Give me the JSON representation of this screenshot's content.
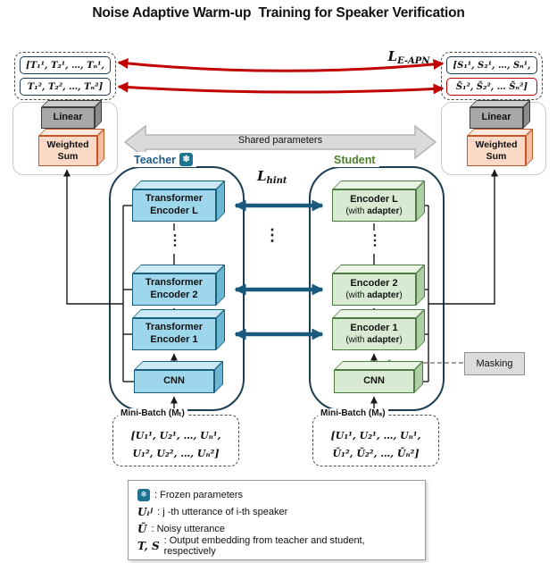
{
  "title": "Noise Adaptive Warm-up  Training for Speaker Verification",
  "losses": {
    "e_apn": {
      "symbol": "L",
      "sub": "E-APN"
    },
    "hint": {
      "symbol": "L",
      "sub": "hint"
    }
  },
  "shared_parameters": "Shared parameters",
  "masking": "Masking",
  "frozen_icon": "❄",
  "dots": "⋮",
  "modules": {
    "linear": "Linear",
    "weighted_sum": "Weighted Sum"
  },
  "teacher": {
    "label": "Teacher",
    "embeddings": [
      "[T₁¹, T₂¹, …, Tₙ¹,",
      "T₁², T₂², …, Tₙ²]"
    ],
    "encoders": [
      {
        "line1": "Transformer",
        "line2": "Encoder L"
      },
      {
        "line1": "Transformer",
        "line2": "Encoder 2"
      },
      {
        "line1": "Transformer",
        "line2": "Encoder 1"
      }
    ],
    "cnn": "CNN",
    "minibatch": {
      "label": "Mini-Batch (Mₜ)",
      "lines": [
        "[U₁¹, U₂¹, …, Uₙ¹,",
        "U₁², U₂², …, Uₙ²]"
      ]
    }
  },
  "student": {
    "label": "Student",
    "embeddings": [
      "[S₁¹, S₂¹, …, Sₙ¹,",
      "S̃₁², S̃₂², … S̃ₙ²]"
    ],
    "encoders": [
      {
        "line1": "Encoder L"
      },
      {
        "line1": "Encoder 2"
      },
      {
        "line1": "Encoder 1"
      }
    ],
    "adapter": {
      "pre": "(with ",
      "word": "adapter",
      "post": ")"
    },
    "cnn": "CNN",
    "minibatch": {
      "label": "Mini-Batch (Mₛ)",
      "lines": [
        "[U₁¹, U₂¹, …, Uₙ¹,",
        "Ũ₁², Ũ₂², …, Ũₙ²]"
      ]
    }
  },
  "legend": {
    "rows": [
      {
        "symbol": "❄",
        "desc": ": Frozen parameters"
      },
      {
        "symbol": "Uᵢʲ",
        "desc": ": j -th utterance of i-th speaker"
      },
      {
        "symbol": "Ũ",
        "desc": ": Noisy utterance"
      },
      {
        "symbol": "T, S",
        "desc": ": Output embedding from teacher and student, respectively"
      }
    ]
  },
  "colors": {
    "teacher_fill": "#9ED7EB",
    "teacher_edge": "#19607F",
    "teacher_label": "#1E5C8B",
    "student_fill": "#D8EBD2",
    "student_edge": "#4C7B41",
    "student_label": "#4E7E2E",
    "linear_fill": "#A9A9A9",
    "weighted_fill": "#FAD9C6",
    "weighted_edge": "#C2562A",
    "container_edge": "#1C3D52",
    "arrow_blue": "#19597D",
    "arrow_red": "#C00000",
    "shared_arrow": "#DADADA",
    "masking_fill": "#DCDCDC",
    "frozen_badge": "#1E7392"
  }
}
